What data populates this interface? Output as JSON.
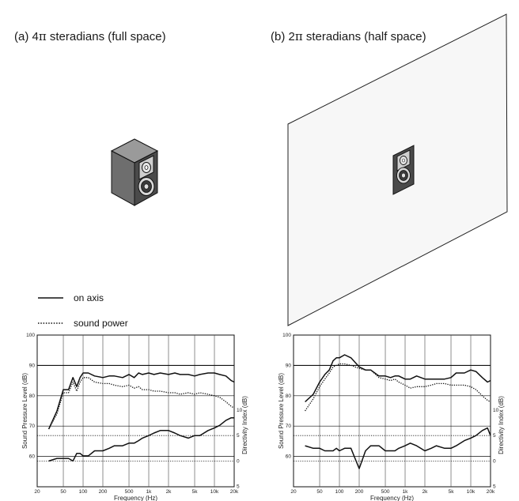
{
  "panel_a": {
    "title_prefix": "(a) 4",
    "title_symbol": "π",
    "title_suffix": " steradians (full space)"
  },
  "panel_b": {
    "title_prefix": "(b) 2",
    "title_symbol": "π",
    "title_suffix": " steradians (half space)"
  },
  "legend": {
    "on_axis": "on axis",
    "sound_power": "sound power"
  },
  "graph": {
    "x_axis_label": "Frequency (Hz)",
    "y_axis_label_left": "Sound Pressure Level (dB)",
    "y_axis_label_right": "Directivity Index (dB)",
    "x_ticks": [
      "20",
      "50",
      "100",
      "200",
      "500",
      "1k",
      "2k",
      "5k",
      "10k",
      "20k"
    ],
    "spl_ticks": [
      "100",
      "90",
      "80",
      "70",
      "60"
    ],
    "di_ticks": [
      "10",
      "5",
      "0",
      "5"
    ]
  },
  "chart_data": [
    {
      "type": "line",
      "title": "(a) 4π steradians (full space)",
      "xlabel": "Frequency (Hz)",
      "ylabel": "Sound Pressure Level (dB)",
      "x_scale": "log",
      "xlim": [
        20,
        20000
      ],
      "ylim": [
        50,
        100
      ],
      "series": [
        {
          "name": "on axis",
          "style": "solid",
          "x": [
            30,
            40,
            50,
            60,
            70,
            80,
            90,
            100,
            120,
            150,
            200,
            250,
            300,
            400,
            500,
            600,
            700,
            800,
            1000,
            1200,
            1500,
            2000,
            2500,
            3000,
            4000,
            5000,
            6000,
            8000,
            10000,
            12000,
            15000,
            18000,
            20000
          ],
          "y": [
            69,
            75,
            82,
            82,
            86,
            83,
            86,
            87.5,
            87.5,
            86.5,
            86,
            86.5,
            86.5,
            86,
            87,
            86,
            87.5,
            87,
            87.5,
            87,
            87.5,
            87,
            87.5,
            87,
            87,
            86.5,
            87,
            87.5,
            87.5,
            87,
            86.5,
            85,
            84.5
          ]
        },
        {
          "name": "sound power",
          "style": "dotted",
          "x": [
            30,
            40,
            50,
            60,
            70,
            80,
            90,
            100,
            120,
            150,
            200,
            250,
            300,
            400,
            500,
            600,
            700,
            800,
            1000,
            1200,
            1500,
            2000,
            2500,
            3000,
            4000,
            5000,
            6000,
            8000,
            10000,
            12000,
            15000,
            18000,
            20000
          ],
          "y": [
            69,
            74,
            81,
            81,
            84.5,
            81.5,
            84.5,
            86,
            86,
            84.5,
            84,
            84,
            83.5,
            83,
            83.5,
            82.5,
            83,
            82,
            82,
            81.5,
            81.5,
            81,
            81,
            80.5,
            81,
            80.5,
            81,
            80.5,
            80,
            79.5,
            78,
            76.5,
            76
          ]
        },
        {
          "name": "Directivity Index",
          "style": "solid",
          "axis": "right",
          "x": [
            30,
            40,
            50,
            60,
            70,
            80,
            90,
            100,
            120,
            150,
            200,
            250,
            300,
            400,
            500,
            600,
            700,
            800,
            1000,
            1200,
            1500,
            2000,
            2500,
            3000,
            4000,
            5000,
            6000,
            8000,
            10000,
            12000,
            15000,
            18000,
            20000
          ],
          "y": [
            0,
            0.5,
            0.5,
            0.5,
            0,
            1.5,
            1.5,
            1,
            1,
            2,
            2,
            2.5,
            3,
            3,
            3.5,
            3.5,
            4,
            4.5,
            5,
            5.5,
            6,
            6,
            5.5,
            5,
            4.5,
            5,
            5,
            6,
            6.5,
            7,
            8,
            8.5,
            8.5
          ]
        }
      ]
    },
    {
      "type": "line",
      "title": "(b) 2π steradians (half space)",
      "xlabel": "Frequency (Hz)",
      "ylabel": "Sound Pressure Level (dB)",
      "x_scale": "log",
      "xlim": [
        20,
        20000
      ],
      "ylim": [
        50,
        100
      ],
      "series": [
        {
          "name": "on axis",
          "style": "solid",
          "x": [
            30,
            40,
            50,
            60,
            70,
            80,
            90,
            100,
            120,
            150,
            200,
            250,
            300,
            400,
            500,
            600,
            700,
            800,
            1000,
            1200,
            1500,
            2000,
            2500,
            3000,
            4000,
            5000,
            6000,
            8000,
            10000,
            12000,
            15000,
            18000,
            20000
          ],
          "y": [
            78,
            80.5,
            84.5,
            87,
            88.5,
            91.5,
            92.5,
            92.5,
            93.5,
            92.5,
            89.5,
            88.5,
            88.5,
            86.5,
            86.5,
            86,
            86.5,
            86.5,
            85.5,
            85.5,
            86.5,
            85.5,
            85.5,
            85.5,
            85.5,
            86,
            87.5,
            87.5,
            88.5,
            88,
            86,
            84.5,
            85
          ]
        },
        {
          "name": "sound power",
          "style": "dotted",
          "x": [
            30,
            40,
            50,
            60,
            70,
            80,
            90,
            100,
            120,
            150,
            200,
            250,
            300,
            400,
            500,
            600,
            700,
            800,
            1000,
            1200,
            1500,
            2000,
            2500,
            3000,
            4000,
            5000,
            6000,
            8000,
            10000,
            12000,
            15000,
            18000,
            20000
          ],
          "y": [
            75,
            79,
            83,
            85.5,
            87.5,
            89.5,
            90,
            90.5,
            90.5,
            90,
            89,
            88.5,
            88.5,
            86,
            85.5,
            85,
            85.5,
            84.5,
            83.5,
            82.5,
            83,
            83,
            83.5,
            84,
            84,
            83.5,
            83.5,
            83.5,
            83,
            82,
            80,
            78.5,
            78
          ]
        },
        {
          "name": "Directivity Index",
          "style": "solid",
          "axis": "right",
          "x": [
            30,
            40,
            50,
            60,
            70,
            80,
            90,
            100,
            120,
            150,
            200,
            250,
            300,
            400,
            500,
            600,
            700,
            800,
            1000,
            1200,
            1500,
            2000,
            2500,
            3000,
            4000,
            5000,
            6000,
            8000,
            10000,
            12000,
            15000,
            18000,
            20000
          ],
          "y": [
            3,
            2.5,
            2.5,
            2,
            2,
            2,
            2.5,
            2,
            2.5,
            2.5,
            -1.5,
            2,
            3,
            3,
            2,
            2,
            2,
            2.5,
            3,
            3.5,
            3,
            2,
            2.5,
            3,
            2.5,
            2.5,
            3,
            4,
            4.5,
            5,
            6,
            6.5,
            5
          ]
        }
      ]
    }
  ]
}
